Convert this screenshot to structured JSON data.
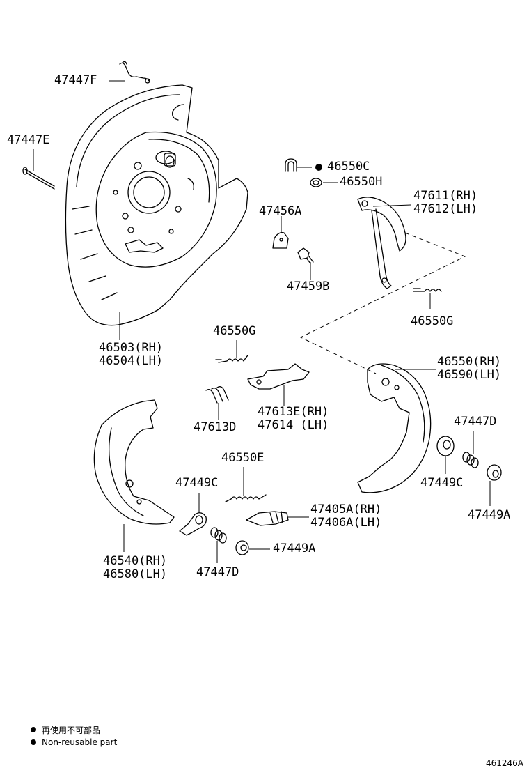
{
  "parts": {
    "p47447F": "47447F",
    "p47447E": "47447E",
    "p46550C": "46550C",
    "p46550H": "46550H",
    "p47611": "47611(RH)",
    "p47612": "47612(LH)",
    "p47456A": "47456A",
    "p47459B": "47459B",
    "p46550G_upper": "46550G",
    "p46503": "46503(RH)",
    "p46504": "46504(LH)",
    "p46550G_lower": "46550G",
    "p46550": "46550(RH)",
    "p46590": "46590(LH)",
    "p47613E": "47613E(RH)",
    "p47614": "47614 (LH)",
    "p47613D": "47613D",
    "p47447D_right": "47447D",
    "p46550E": "46550E",
    "p47449C_right": "47449C",
    "p47449C_left": "47449C",
    "p47405A": "47405A(RH)",
    "p47406A": "47406A(LH)",
    "p47449A_right": "47449A",
    "p46540": "46540(RH)",
    "p46580": "46580(LH)",
    "p47447D_left": "47447D",
    "p47449A_left": "47449A"
  },
  "legend": {
    "line_jp": "再使用不可部品",
    "line_en": "Non-reusable part"
  },
  "diagram_id": "461246A"
}
